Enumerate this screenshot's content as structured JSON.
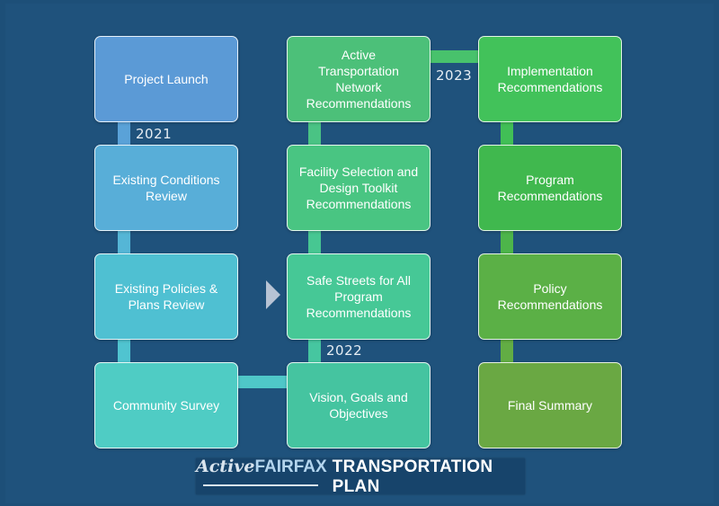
{
  "colors": {
    "background": "#1f527c",
    "blue_column": [
      "#5b9ad6",
      "#58aed8",
      "#4fc0d2",
      "#4fccc4"
    ],
    "mid_column": [
      "#4cc079",
      "#49c582",
      "#46c896",
      "#45c4a0"
    ],
    "green_column": [
      "#42c25a",
      "#40b84e",
      "#5bb046",
      "#6aa843"
    ]
  },
  "diagram": {
    "column1": [
      {
        "label": "Project Launch"
      },
      {
        "label": "Existing Conditions\nReview"
      },
      {
        "label": "Existing Policies &\nPlans Review"
      },
      {
        "label": "Community Survey"
      }
    ],
    "column2": [
      {
        "label": "Active\nTransportation\nNetwork\nRecommendations"
      },
      {
        "label": "Facility Selection and\nDesign Toolkit\nRecommendations"
      },
      {
        "label": "Safe Streets for All\nProgram\nRecommendations"
      },
      {
        "label": "Vision, Goals and\nObjectives"
      }
    ],
    "column3": [
      {
        "label": "Implementation\nRecommendations"
      },
      {
        "label": "Program\nRecommendations"
      },
      {
        "label": "Policy\nRecommendations"
      },
      {
        "label": "Final Summary"
      }
    ],
    "years": {
      "y2021": "2021",
      "y2022": "2022",
      "y2023": "2023"
    }
  },
  "banner": {
    "logo_active": "Active",
    "logo_fairfax": "FAIRFAX",
    "logo_rest": "TRANSPORTATION PLAN"
  }
}
